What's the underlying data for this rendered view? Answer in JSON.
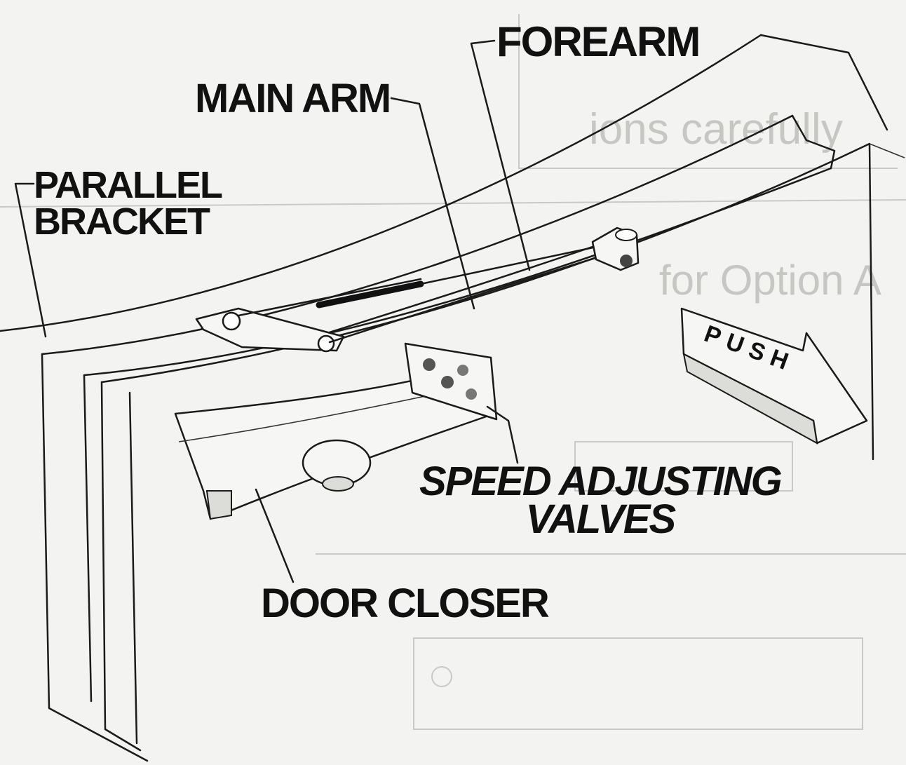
{
  "labels": {
    "forearm": "FOREARM",
    "main_arm": "MAIN ARM",
    "parallel_bracket_line1": "PARALLEL",
    "parallel_bracket_line2": "BRACKET",
    "speed_valves_line1": "SPEED ADJUSTING",
    "speed_valves_line2": "VALVES",
    "door_closer": "DOOR CLOSER",
    "push_sign": "PUSH"
  },
  "show_through_text": {
    "line1": "ions carefully",
    "line2": "for Option A"
  },
  "colors": {
    "ink": "#111111",
    "paper": "#f3f3f2",
    "ghost": "#c6c6c3"
  }
}
